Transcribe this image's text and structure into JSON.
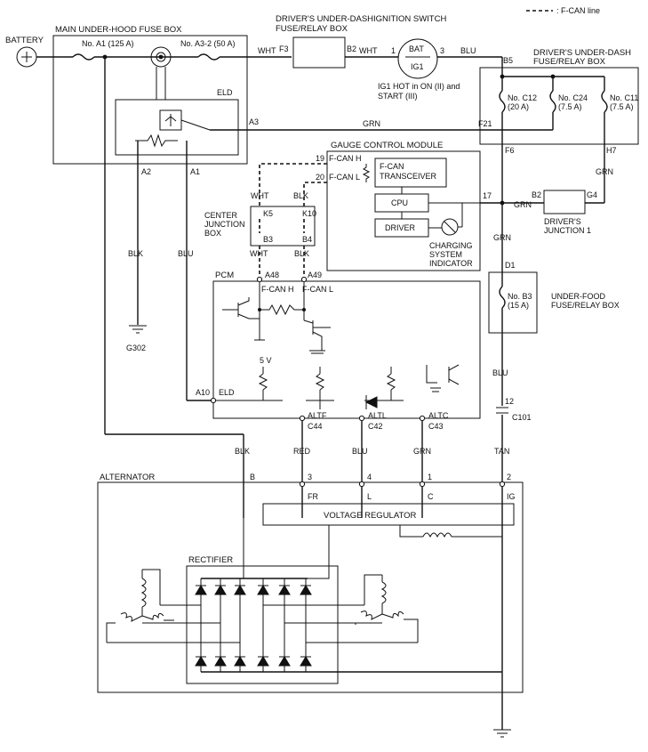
{
  "legend": {
    "f_can_line": ": F-CAN line"
  },
  "components": {
    "battery": "BATTERY",
    "main_fuse_box": "MAIN UNDER-HOOD FUSE BOX",
    "driver_fuse_box_top": [
      "DRIVER'S UNDER-DASH",
      "FUSE/RELAY BOX"
    ],
    "ignition_switch": "IGNITION SWITCH",
    "ignition_note": [
      "IG1 HOT in ON (II) and",
      "START (III)"
    ],
    "driver_fuse_box_right": [
      "DRIVER'S UNDER-DASH",
      "FUSE/RELAY BOX"
    ],
    "eld": "ELD",
    "gauge_control_module": "GAUGE CONTROL MODULE",
    "center_junction_box": [
      "CENTER",
      "JUNCTION",
      "BOX"
    ],
    "f_can_transceiver": [
      "F-CAN",
      "TRANSCEIVER"
    ],
    "cpu": "CPU",
    "driver": "DRIVER",
    "charging_indicator": [
      "CHARGING",
      "SYSTEM",
      "INDICATOR"
    ],
    "drivers_junction": [
      "DRIVER'S",
      "JUNCTION 1"
    ],
    "under_food_box": [
      "UNDER-FOOD",
      "FUSE/RELAY BOX"
    ],
    "pcm": "PCM",
    "alternator": "ALTERNATOR",
    "voltage_regulator": "VOLTAGE REGULATOR",
    "rectifier": "RECTIFIER",
    "ground_g302": "G302",
    "connector_c101": "C101"
  },
  "fuses": {
    "a1": "No. A1 (125 A)",
    "a3_2": "No. A3-2 (50 A)",
    "c12": [
      "No. C12",
      "(20 A)"
    ],
    "c24": [
      "No. C24",
      "(7.5 A)"
    ],
    "c11": [
      "No. C11",
      "(7.5 A)"
    ],
    "b3": [
      "No. B3",
      "(15 A)"
    ]
  },
  "terminals": {
    "f3": "F3",
    "b2_top": "B2",
    "bat": "BAT",
    "ig1": "IG1",
    "sw1": "1",
    "sw3": "3",
    "b5": "B5",
    "f21": "F21",
    "f6": "F6",
    "h7": "H7",
    "a3": "A3",
    "a2": "A2",
    "a1": "A1",
    "t19": "19",
    "t20": "20",
    "fcan_h": "F-CAN H",
    "fcan_l": "F-CAN L",
    "t17": "17",
    "k5": "K5",
    "k10": "K10",
    "b3": "B3",
    "b4": "B4",
    "b2_jn": "B2",
    "g4": "G4",
    "d1": "D1",
    "a48": "A48",
    "a49": "A49",
    "pcm_fcan_h": "F-CAN H",
    "pcm_fcan_l": "F-CAN L",
    "five_v": "5 V",
    "a10": "A10",
    "eld_term": "ELD",
    "altf": "ALTF",
    "altl": "ALTL",
    "altc": "ALTC",
    "c44": "C44",
    "c42": "C42",
    "c43": "C43",
    "t12": "12",
    "alt_b": "B",
    "alt_3": "3",
    "alt_4": "4",
    "alt_1": "1",
    "alt_2": "2",
    "fr": "FR",
    "l": "L",
    "c": "C",
    "ig": "IG"
  },
  "wire_colors": {
    "wht1": "WHT",
    "wht2": "WHT",
    "blu_top": "BLU",
    "grn_a3": "GRN",
    "grn_right": "GRN",
    "wht_cjb": "WHT",
    "blk_cjb": "BLK",
    "wht_cjb2": "WHT",
    "blk_cjb2": "BLK",
    "grn_17": "GRN",
    "grn_vert": "GRN",
    "blk_left": "BLK",
    "blu_left": "BLU",
    "blu_right": "BLU",
    "blk_b": "BLK",
    "red": "RED",
    "blu_4": "BLU",
    "grn_1": "GRN",
    "tan": "TAN"
  }
}
